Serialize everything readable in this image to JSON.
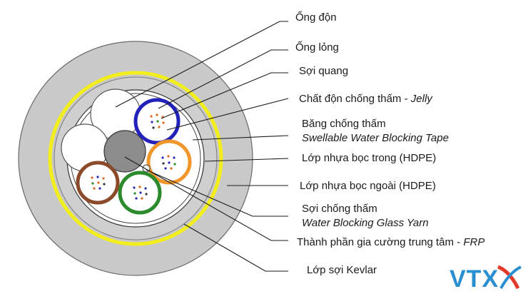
{
  "labels": {
    "ong_don": "Ống độn",
    "ong_long": "Ống lỏng",
    "soi_quang": "Sợi quang",
    "chat_don_prefix": "Chất độn chống thấm - ",
    "chat_don_italic": "Jelly",
    "bang_chong_tham_line1": "Băng chống thấm",
    "bang_chong_tham_line2": "Swellable Water Blocking Tape",
    "lop_nhua_trong": "Lớp nhựa bọc trong (HDPE)",
    "lop_nhua_ngoai": "Lớp nhựa bọc ngoài (HDPE)",
    "soi_chong_tham_line1": "Sợi chống thấm",
    "soi_chong_tham_line2": "Water Blocking Glass Yarn",
    "thanh_phan_prefix": "Thành phần gia cường trung tâm - ",
    "thanh_phan_italic": "FRP",
    "lop_soi_kevlar": "Lớp sợi Kevlar"
  },
  "logo": {
    "text": "VTX"
  },
  "colors": {
    "outer_sheath": "#c8c8c8",
    "yellow_ring": "#f2ee1c",
    "inner_sheath": "#cdcdcd",
    "frp": "#8e8e8e",
    "tube_blue": "#2222bb",
    "tube_orange": "#f0962a",
    "tube_green": "#2b8a2b",
    "tube_brown": "#8b4a2a",
    "logo_blue": "#2a8fd0",
    "logo_red": "#e23a2a"
  }
}
